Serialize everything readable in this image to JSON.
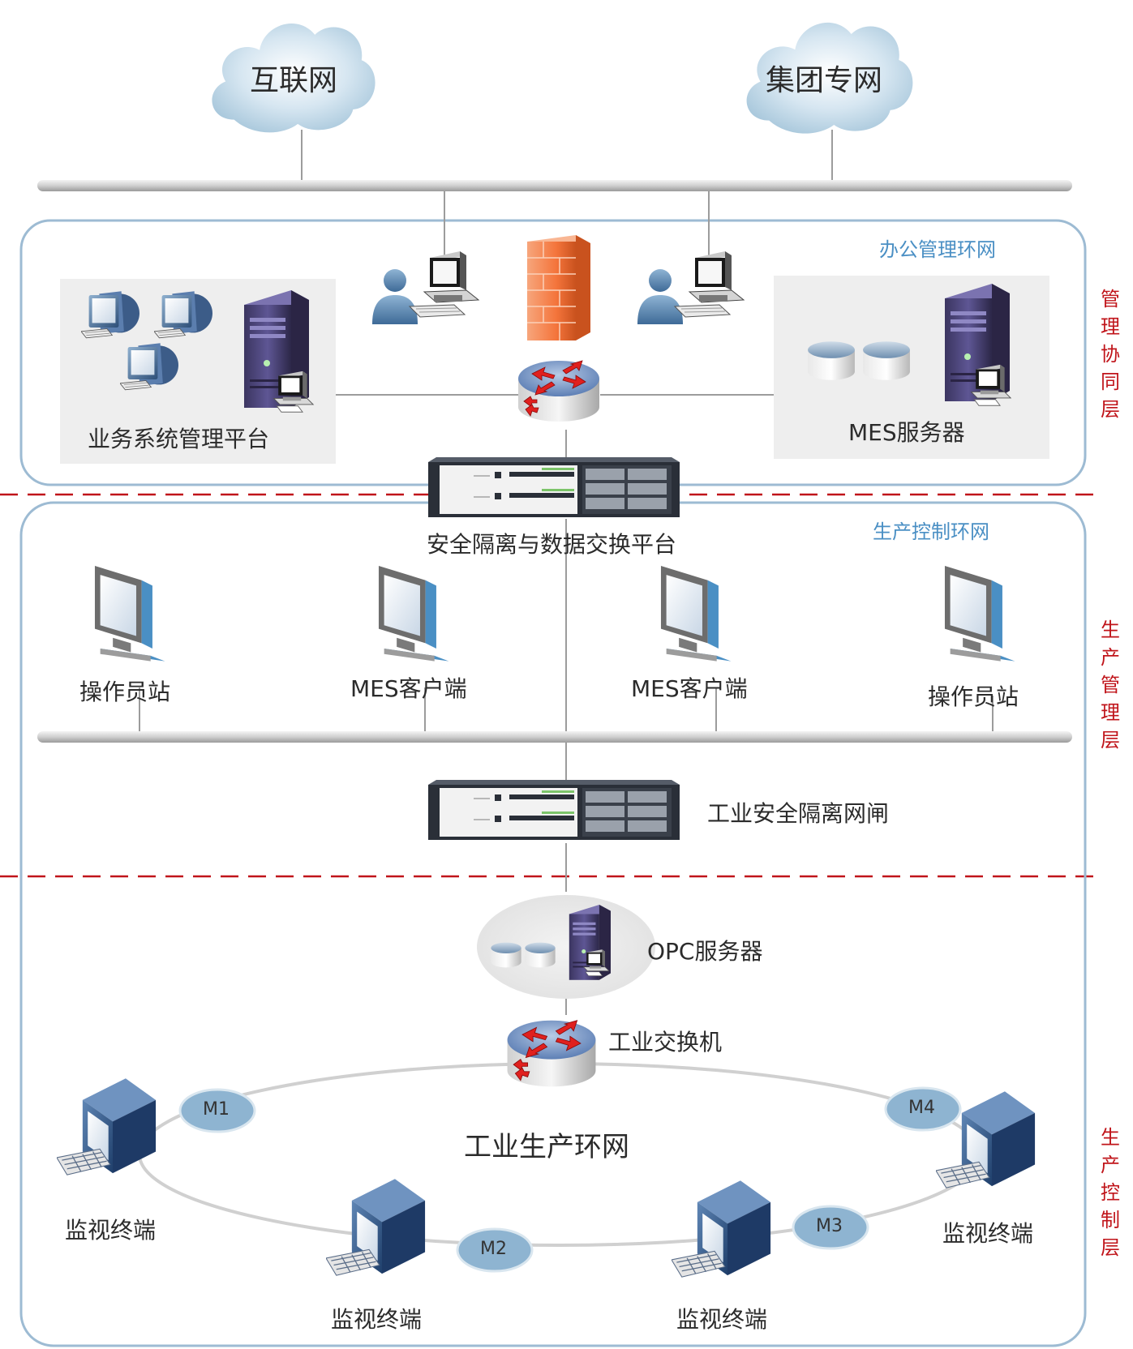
{
  "clouds": {
    "internet": "互联网",
    "group_network": "集团专网"
  },
  "zones": {
    "office": "办公管理环网",
    "production_control": "生产控制环网"
  },
  "layers": {
    "management": "管理协同层",
    "production_management": "生产管理层",
    "production_control": "生产控制层"
  },
  "nodes": {
    "business_platform": "业务系统管理平台",
    "mes_server": "MES服务器",
    "security_platform": "安全隔离与数据交换平台",
    "operator_station_left": "操作员站",
    "mes_client_left": "MES客户端",
    "mes_client_right": "MES客户端",
    "operator_station_right": "操作员站",
    "industrial_gateway": "工业安全隔离网闸",
    "opc_server": "OPC服务器",
    "industrial_switch": "工业交换机",
    "ring_network": "工业生产环网",
    "monitor_1": "监视终端",
    "monitor_2": "监视终端",
    "monitor_3": "监视终端",
    "monitor_4": "监视终端"
  },
  "ring_modules": {
    "m1": "M1",
    "m2": "M2",
    "m3": "M3",
    "m4": "M4"
  },
  "colors": {
    "accent_blue": "#4a8fc4",
    "layer_red": "#c0141a",
    "router_red": "#e0201e",
    "firewall_orange": "#f4743b"
  }
}
